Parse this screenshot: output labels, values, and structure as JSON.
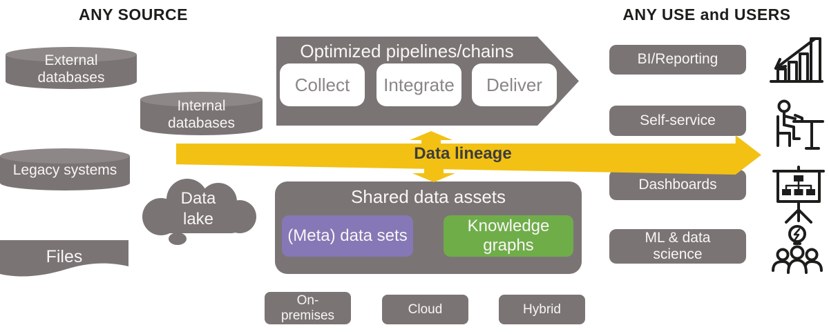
{
  "headings": {
    "source": "ANY SOURCE",
    "use": "ANY USE and USERS"
  },
  "sources": [
    {
      "label": "External databases",
      "shape": "cylinder"
    },
    {
      "label": "Internal databases",
      "shape": "cylinder"
    },
    {
      "label": "Legacy systems",
      "shape": "cylinder"
    },
    {
      "label": "Data lake",
      "shape": "cloud"
    },
    {
      "label": "Files",
      "shape": "document"
    }
  ],
  "pipeline": {
    "title": "Optimized pipelines/chains",
    "stages": [
      {
        "label": "Collect"
      },
      {
        "label": "Integrate"
      },
      {
        "label": "Deliver"
      }
    ]
  },
  "lineage": {
    "label": "Data lineage"
  },
  "shared_assets": {
    "title": "Shared data assets",
    "items": [
      {
        "label": "(Meta) data sets",
        "color": "#8677b6"
      },
      {
        "label": "Knowledge graphs",
        "color": "#6fad49"
      }
    ]
  },
  "deployment": [
    {
      "label": "On-premises"
    },
    {
      "label": "Cloud"
    },
    {
      "label": "Hybrid"
    }
  ],
  "uses": [
    {
      "label": "BI/Reporting",
      "icon": "bar-chart-arrow-icon"
    },
    {
      "label": "Self-service",
      "icon": "person-at-desk-icon"
    },
    {
      "label": "Dashboards",
      "icon": "presentation-board-icon"
    },
    {
      "label": "ML & data science",
      "icon": "team-idea-icon"
    }
  ],
  "colors": {
    "gray": "#7b7475",
    "yellow": "#f2c114",
    "purple": "#8677b6",
    "green": "#6fad49",
    "ink": "#1d1d1b"
  }
}
